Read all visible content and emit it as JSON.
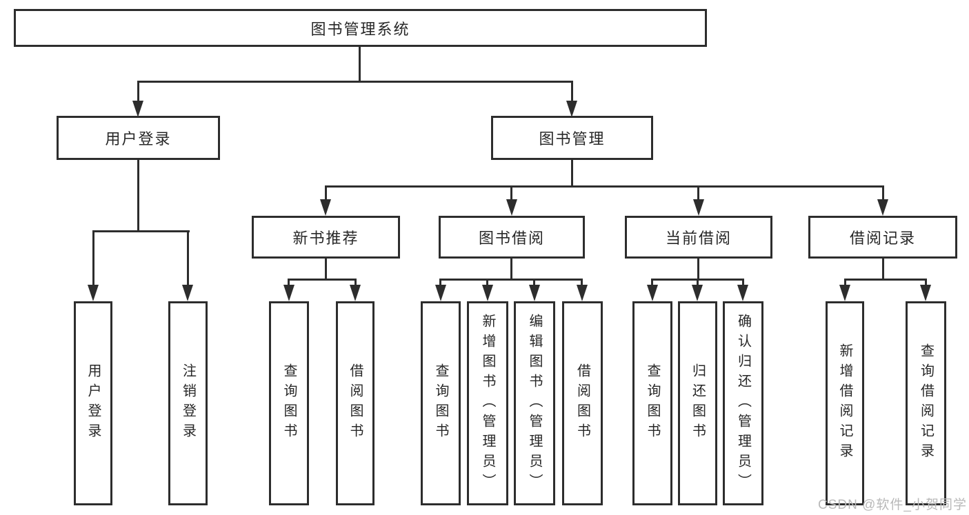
{
  "tree": {
    "label": "图书管理系统",
    "children": [
      {
        "label": "用户登录",
        "children": [
          {
            "label": "用户登录"
          },
          {
            "label": "注销登录"
          }
        ]
      },
      {
        "label": "图书管理",
        "children": [
          {
            "label": "新书推荐",
            "children": [
              {
                "label": "查询图书"
              },
              {
                "label": "借阅图书"
              }
            ]
          },
          {
            "label": "图书借阅",
            "children": [
              {
                "label": "查询图书"
              },
              {
                "label": "新增图书（管理员）"
              },
              {
                "label": "编辑图书（管理员）"
              },
              {
                "label": "借阅图书"
              }
            ]
          },
          {
            "label": "当前借阅",
            "children": [
              {
                "label": "查询图书"
              },
              {
                "label": "归还图书"
              },
              {
                "label": "确认归还（管理员）"
              }
            ]
          },
          {
            "label": "借阅记录",
            "children": [
              {
                "label": "新增借阅记录"
              },
              {
                "label": "查询借阅记录"
              }
            ]
          }
        ]
      }
    ]
  },
  "watermark": {
    "text": "CSDN @软件_小贺同学"
  },
  "colors": {
    "line": "#2d2d2d",
    "box_fill": "#ffffff",
    "text": "#272727",
    "watermark": "#b9b9b9",
    "background": "#ffffff"
  }
}
